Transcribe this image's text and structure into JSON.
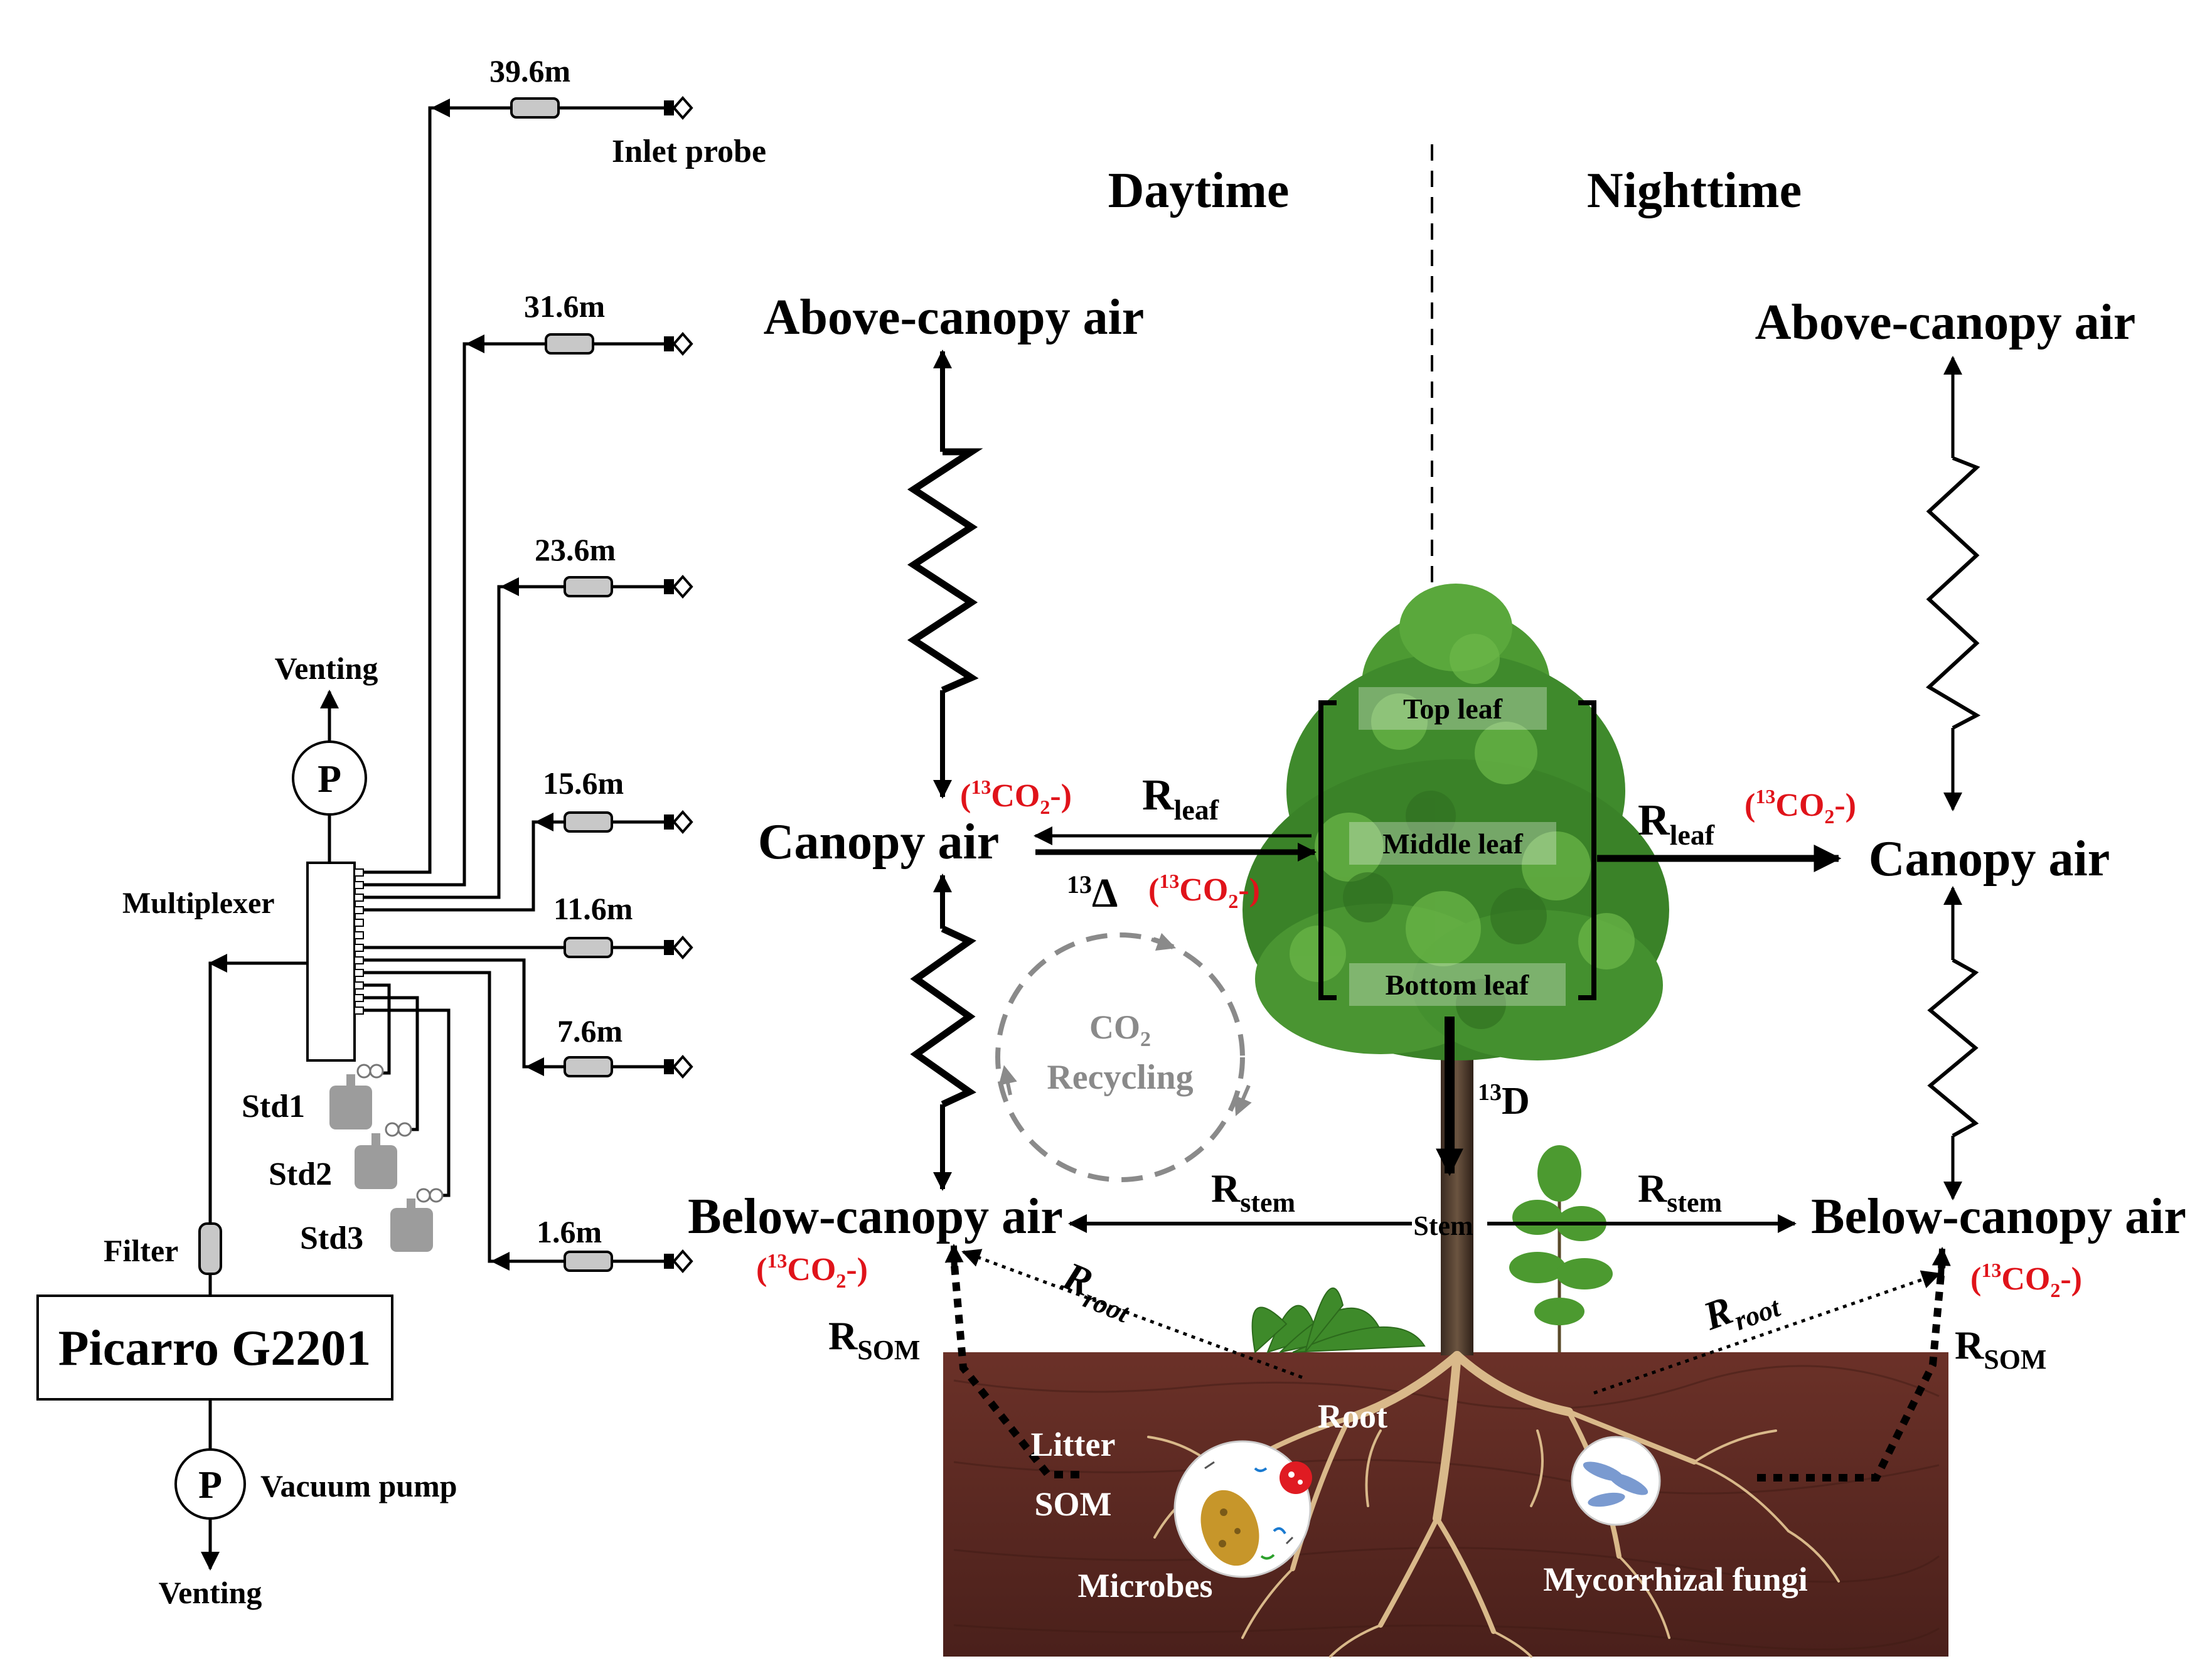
{
  "heights": [
    {
      "label": "39.6m"
    },
    {
      "label": "31.6m"
    },
    {
      "label": "23.6m"
    },
    {
      "label": "15.6m"
    },
    {
      "label": "11.6m"
    },
    {
      "label": "7.6m"
    },
    {
      "label": "1.6m"
    }
  ],
  "labels": {
    "inlet_probe": "Inlet probe",
    "venting_top": "Venting",
    "pump_top": "P",
    "multiplexer": "Multiplexer",
    "std1": "Std1",
    "std2": "Std2",
    "std3": "Std3",
    "filter": "Filter",
    "analyzer": "Picarro G2201",
    "pump_bottom": "P",
    "vacuum_pump": "Vacuum pump",
    "venting_bottom": "Venting"
  },
  "day": {
    "title": "Daytime",
    "above": "Above-canopy air",
    "canopy": "Canopy air",
    "below": "Below-canopy air",
    "r_leaf": "R",
    "r_leaf_sub": "leaf",
    "delta_sup": "13",
    "delta": "Δ",
    "r_stem": "R",
    "r_stem_sub": "stem",
    "r_root": "R",
    "r_root_sub": "root",
    "r_som": "R",
    "r_som_sub": "SOM",
    "co2_label": "CO",
    "co2_sub": "2",
    "recycling": "Recycling"
  },
  "night": {
    "title": "Nighttime",
    "above": "Above-canopy air",
    "canopy": "Canopy air",
    "below": "Below-canopy air",
    "r_leaf": "R",
    "r_leaf_sub": "leaf",
    "r_stem": "R",
    "r_stem_sub": "stem",
    "r_root": "R",
    "r_root_sub": "root",
    "r_som": "R",
    "r_som_sub": "SOM"
  },
  "iso": {
    "open": "(",
    "sup": "13",
    "co": "CO",
    "sub": "2",
    "close": "-)"
  },
  "tree": {
    "top_leaf": "Top leaf",
    "middle_leaf": "Middle leaf",
    "bottom_leaf": "Bottom leaf",
    "stem": "Stem",
    "d_sup": "13",
    "d": "D"
  },
  "soil": {
    "root": "Root",
    "litter": "Litter",
    "som": "SOM",
    "microbes": "Microbes",
    "fungi": "Mycorrhizal  fungi"
  },
  "colors": {
    "line": "#000000",
    "isotope": "#e0131a",
    "soil": "#5a2a22",
    "recycle": "#8a8a8a",
    "leaf": "#3f8a2c"
  }
}
